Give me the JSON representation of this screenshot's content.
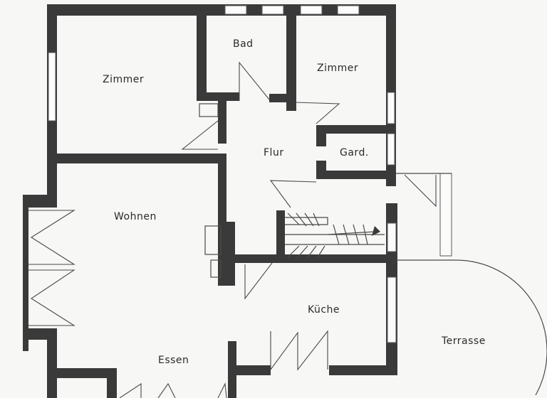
{
  "rooms": {
    "zimmer_left": "Zimmer",
    "bad": "Bad",
    "zimmer_right": "Zimmer",
    "flur": "Flur",
    "gard": "Gard.",
    "wohnen": "Wohnen",
    "kueche": "Küche",
    "essen": "Essen",
    "terrasse": "Terrasse"
  }
}
